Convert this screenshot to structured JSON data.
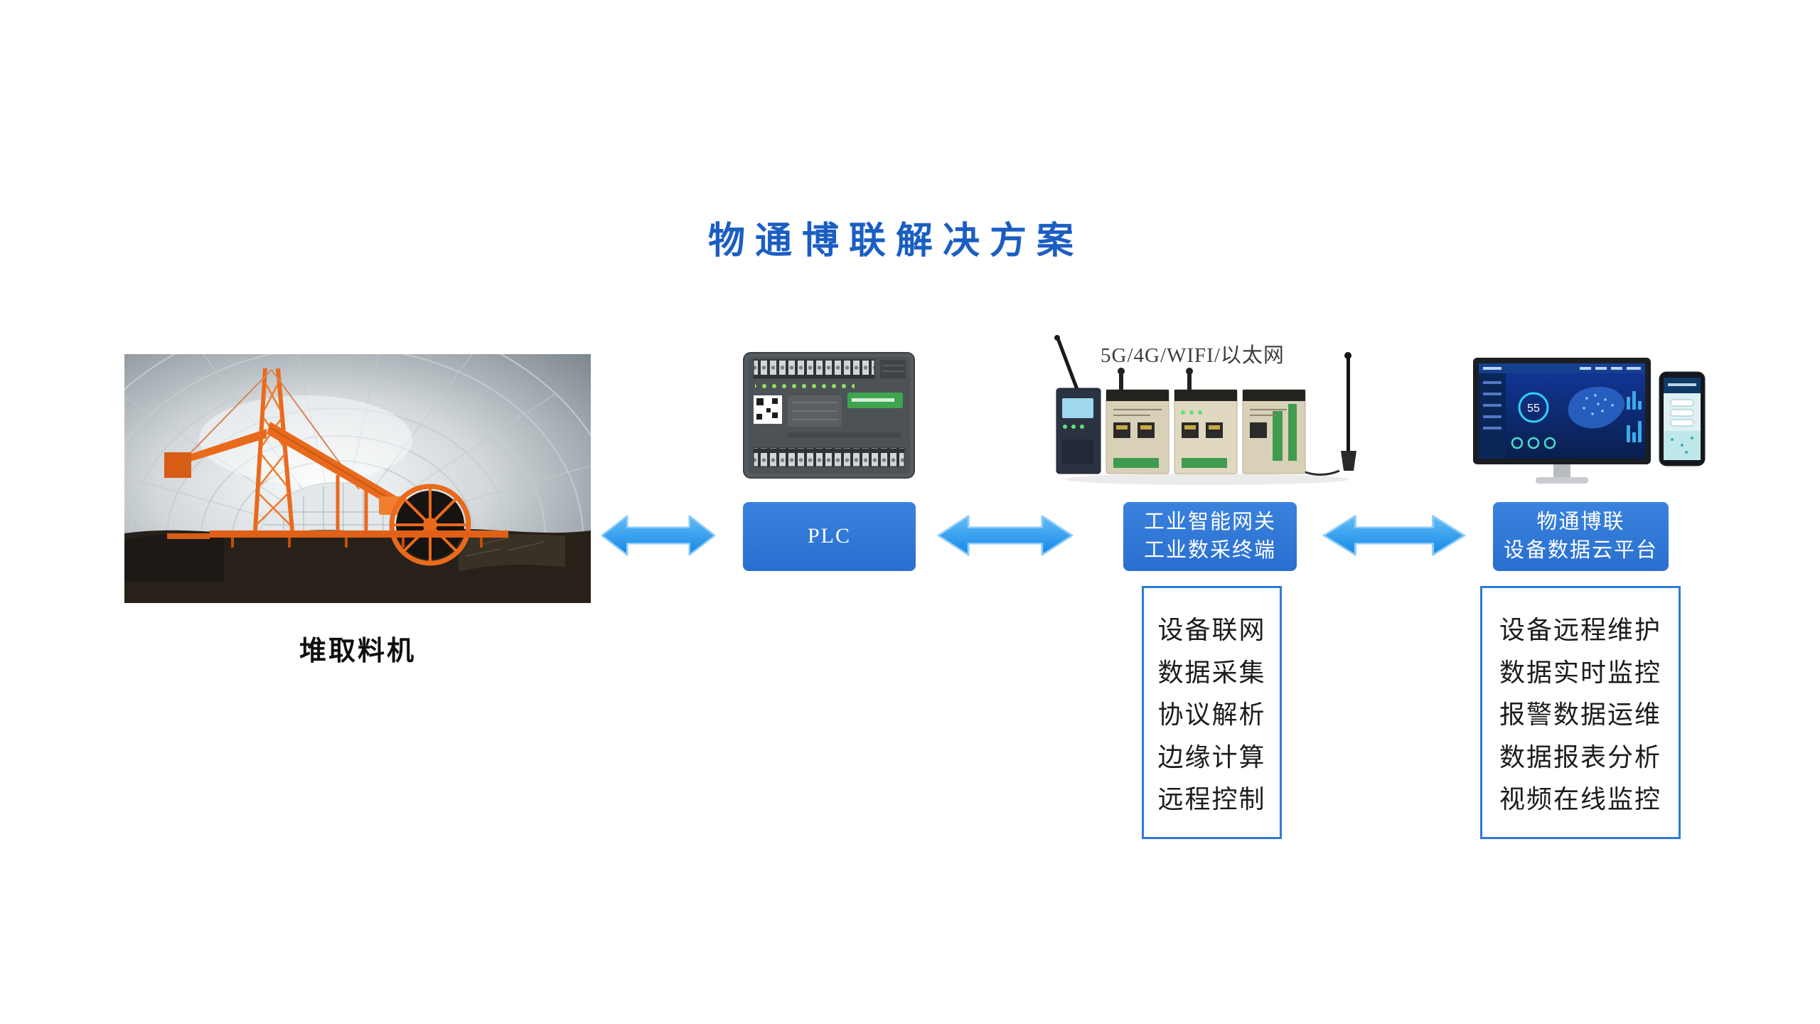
{
  "page": {
    "title": "物通博联解决方案"
  },
  "machine": {
    "label": "堆取料机"
  },
  "plc": {
    "label": "PLC"
  },
  "gateway": {
    "connectivity_label": "5G/4G/WIFI/以太网",
    "node_lines": [
      "工业智能网关",
      "工业数采终端"
    ],
    "features": [
      "设备联网",
      "数据采集",
      "协议解析",
      "边缘计算",
      "远程控制"
    ]
  },
  "cloud": {
    "node_lines": [
      "物通博联",
      "设备数据云平台"
    ],
    "features": [
      "设备远程维护",
      "数据实时监控",
      "报警数据运维",
      "数据报表分析",
      "视频在线监控"
    ],
    "dashboard_value": "55"
  },
  "colors": {
    "title_blue": "#1b5ec2",
    "node_blue": "#2e76d5",
    "arrow_blue": "#2b9df0",
    "box_border_blue": "#2f7bd8",
    "machine_orange": "#e96a1d"
  }
}
